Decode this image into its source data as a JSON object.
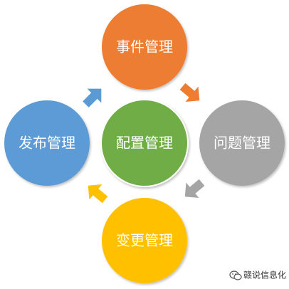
{
  "nodes": {
    "top": {
      "label": "事件管理",
      "color": "#ED7D31"
    },
    "right": {
      "label": "问题管理",
      "color": "#A5A5A5"
    },
    "bottom": {
      "label": "变更管理",
      "color": "#FFC000"
    },
    "left": {
      "label": "发布管理",
      "color": "#5B9BD5"
    },
    "center": {
      "label": "配置管理",
      "color": "#70AD47"
    }
  },
  "arrows": [
    {
      "from": "top",
      "to": "right",
      "color": "#ED7D31"
    },
    {
      "from": "right",
      "to": "bottom",
      "color": "#A5A5A5"
    },
    {
      "from": "bottom",
      "to": "left",
      "color": "#FFC000"
    },
    {
      "from": "left",
      "to": "top",
      "color": "#5B9BD5"
    }
  ],
  "watermark": {
    "text": "赣说信息化",
    "icon": "wechat-icon"
  }
}
